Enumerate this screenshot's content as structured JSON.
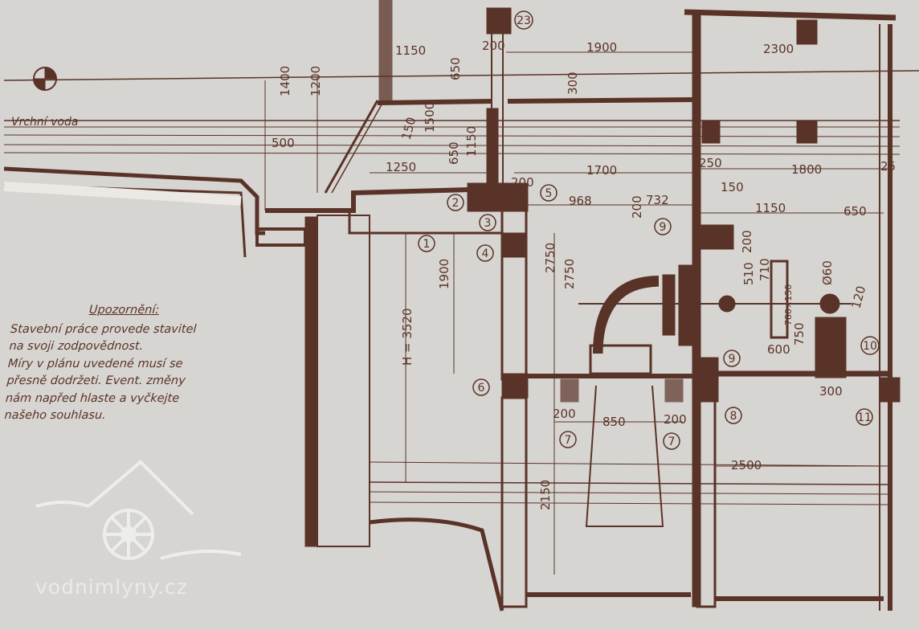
{
  "water_level_label": "Vrchní voda",
  "note": {
    "title": "Upozornění:",
    "lines": [
      "Stavební práce provede stavitel",
      "na svoji zodpovědnost.",
      "Míry v plánu uvedené musí se",
      "přesně dodržeti. Event. změny",
      "nám napřed hlaste a vyčkejte",
      "našeho souhlasu."
    ]
  },
  "dimensions": [
    "500",
    "1400",
    "1200",
    "1150",
    "650",
    "1500",
    "150",
    "650",
    "1150",
    "200",
    "1900",
    "300",
    "2300",
    "1250",
    "200",
    "1700",
    "968",
    "200",
    "732",
    "250",
    "1800",
    "25",
    "150",
    "1150",
    "650",
    "H = 3520",
    "1900",
    "2750",
    "2750",
    "200",
    "510",
    "710",
    "Ø60",
    "750",
    "600",
    "120",
    "300",
    "200",
    "850",
    "200",
    "2150",
    "2500",
    "780×150"
  ],
  "parts": [
    "23",
    "2",
    "5",
    "3",
    "1",
    "4",
    "6",
    "7",
    "7",
    "8",
    "9",
    "9",
    "10",
    "11"
  ],
  "watermark": "vodnimlyny.cz",
  "colors": {
    "paper": "#d7d5d1",
    "ink": "#5a3328"
  }
}
